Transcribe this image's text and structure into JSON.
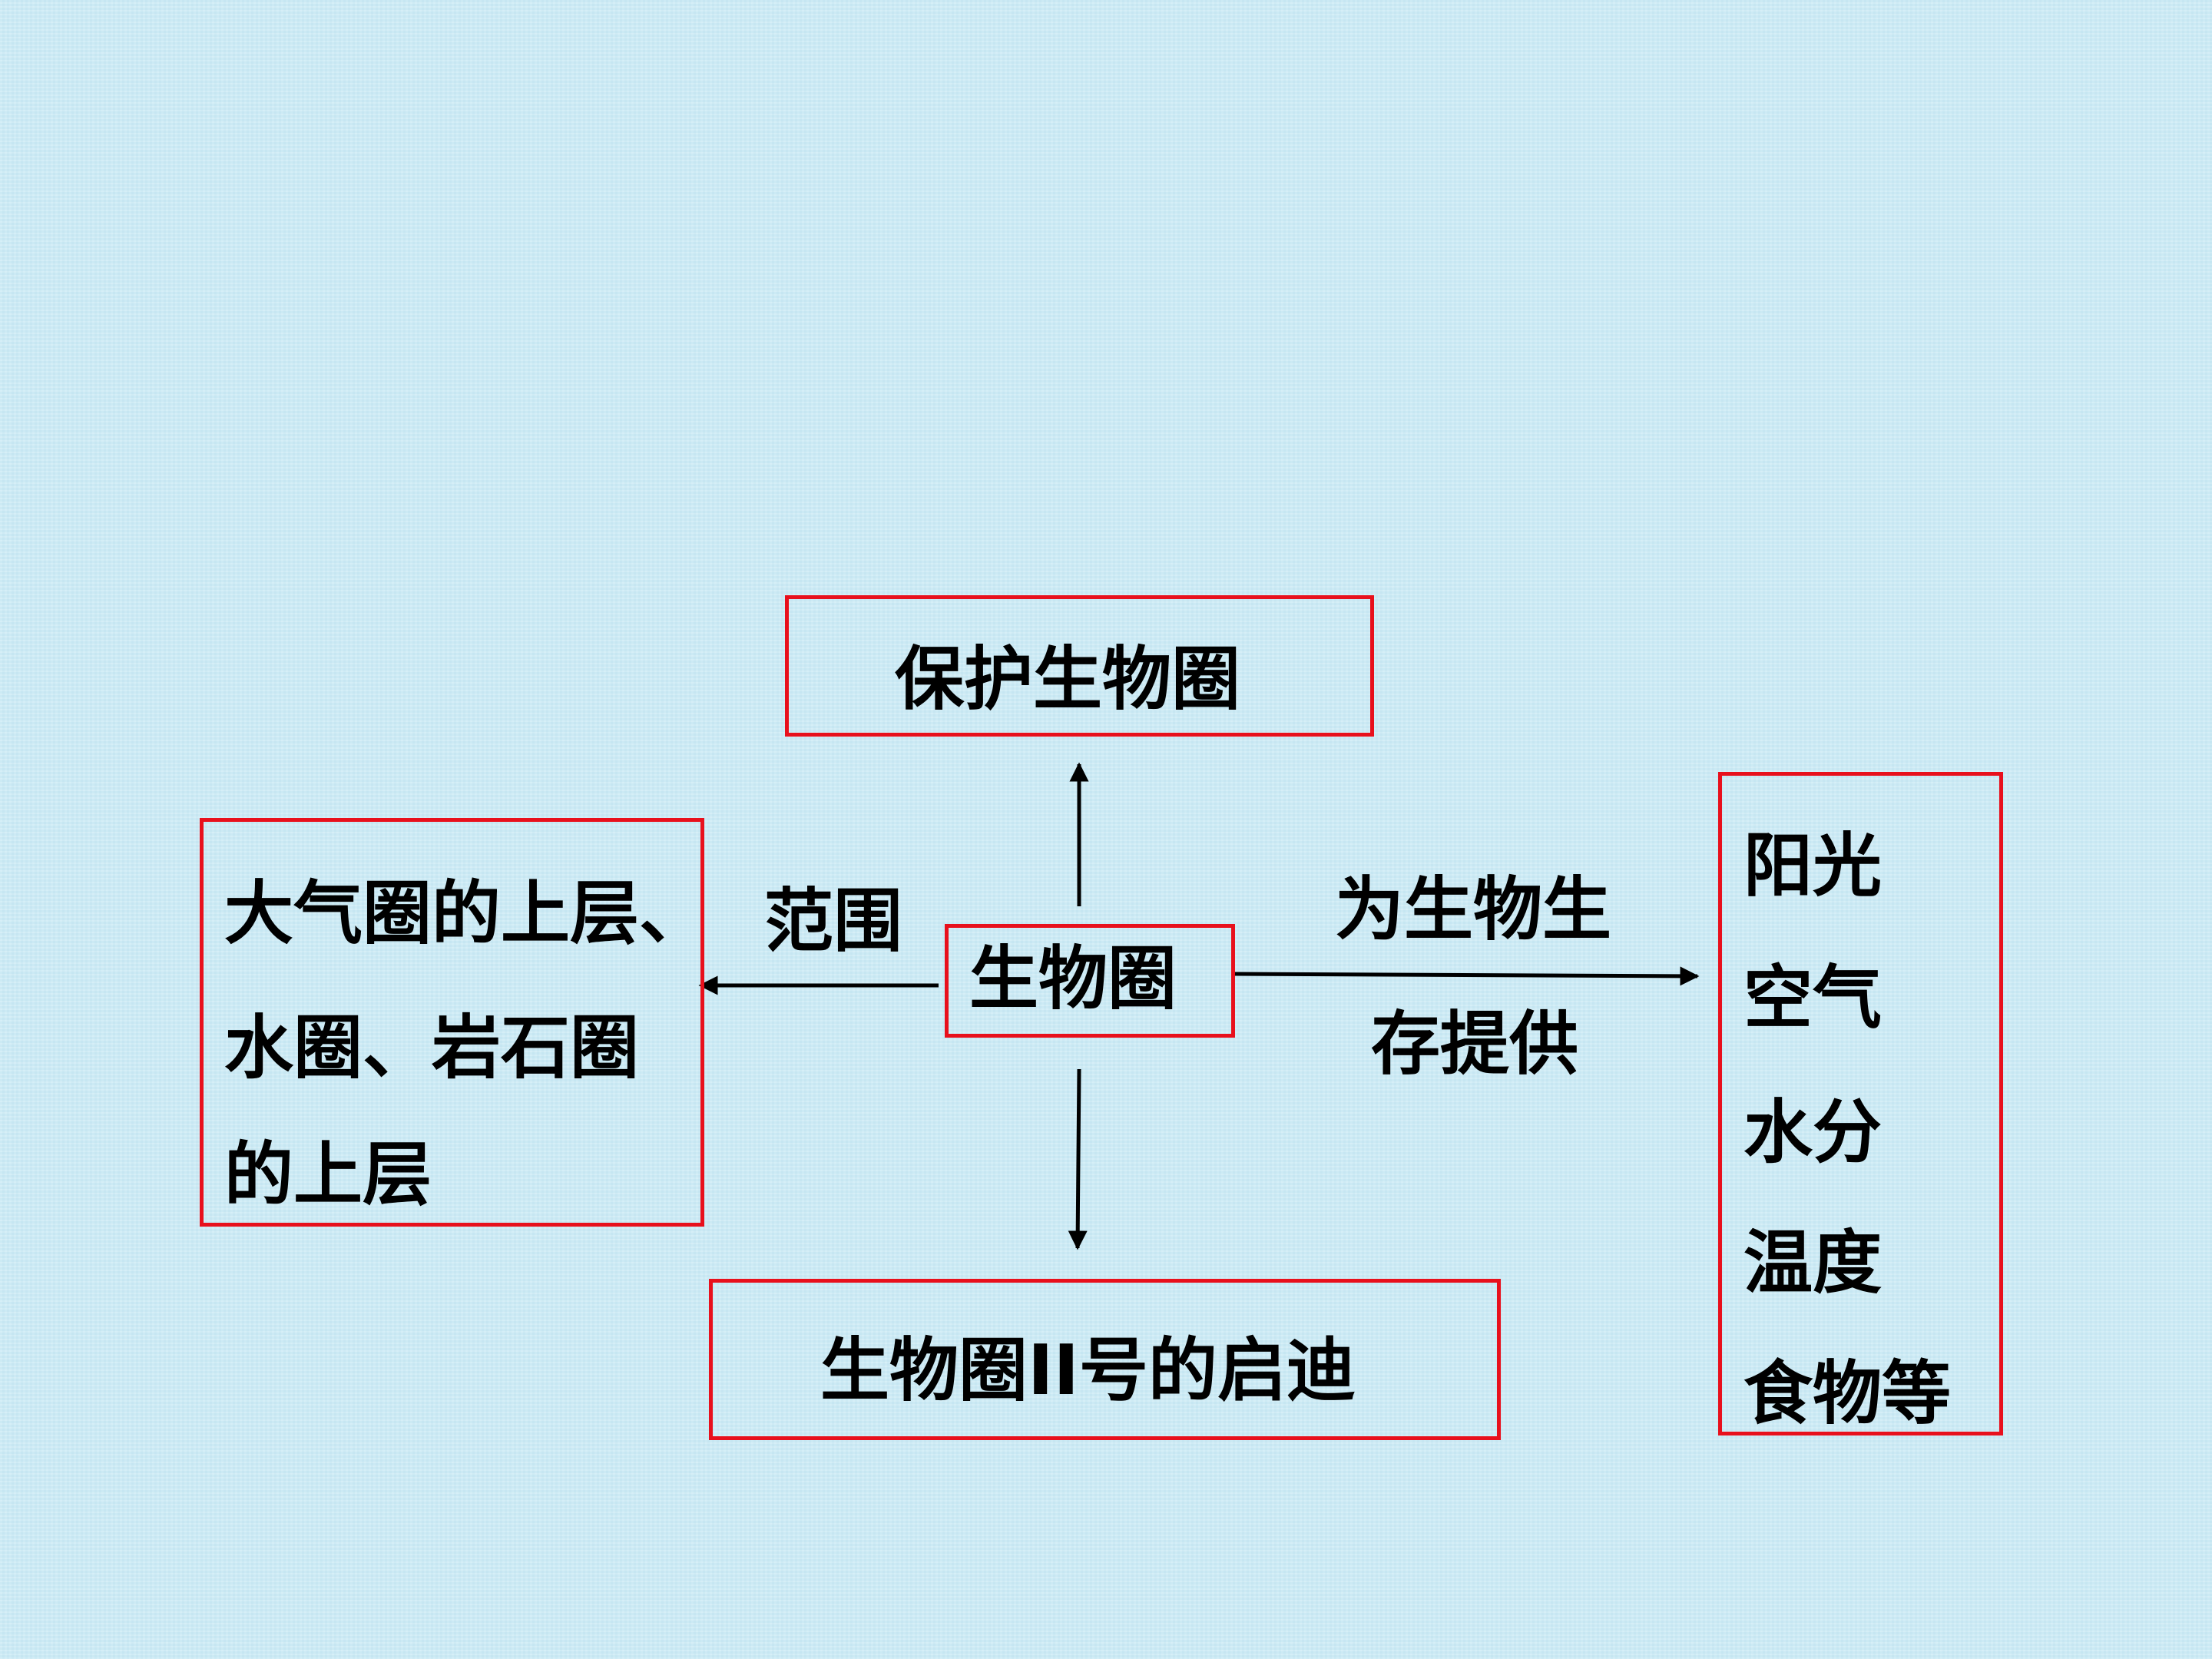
{
  "center": {
    "label": "生物圈"
  },
  "top": {
    "label": "保护生物圈"
  },
  "bottom": {
    "label": "生物圈II号的启迪"
  },
  "left": {
    "edge_label": "范围",
    "lines": [
      "大气圈的上层、",
      "水圈、岩石圈",
      "的上层"
    ]
  },
  "right": {
    "edge_label_lines": [
      "为生物生",
      "存提供"
    ],
    "items": [
      "阳光",
      "空气",
      "水分",
      "温度",
      "食物等"
    ]
  },
  "colors": {
    "background": "#cdebf5",
    "box_border": "#e8101c",
    "text": "#000000",
    "arrow": "#000000"
  }
}
